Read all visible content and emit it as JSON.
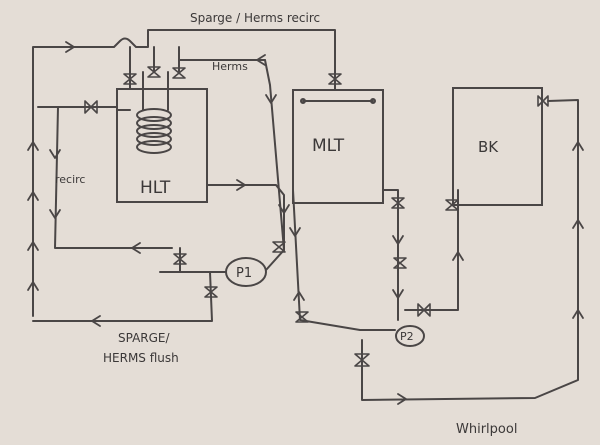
{
  "colors": {
    "paper": "#e4ddd6",
    "pencil": "#4a4646"
  },
  "labels": {
    "sparge_recirc": "Sparge / Herms recirc",
    "herms": "Herms",
    "recirc": "recirc",
    "sparge_flush_line1": "SPARGE/",
    "sparge_flush_line2": "HERMS flush",
    "whirlpool": "Whirlpool"
  },
  "vessels": {
    "hlt": "HLT",
    "mlt": "MLT",
    "bk": "BK"
  },
  "pumps": {
    "p1": "P1",
    "p2": "P2"
  },
  "icons": {
    "valve": "bowtie-valve-icon",
    "coil": "herms-coil-icon",
    "flow": "flow-arrow-icon"
  }
}
